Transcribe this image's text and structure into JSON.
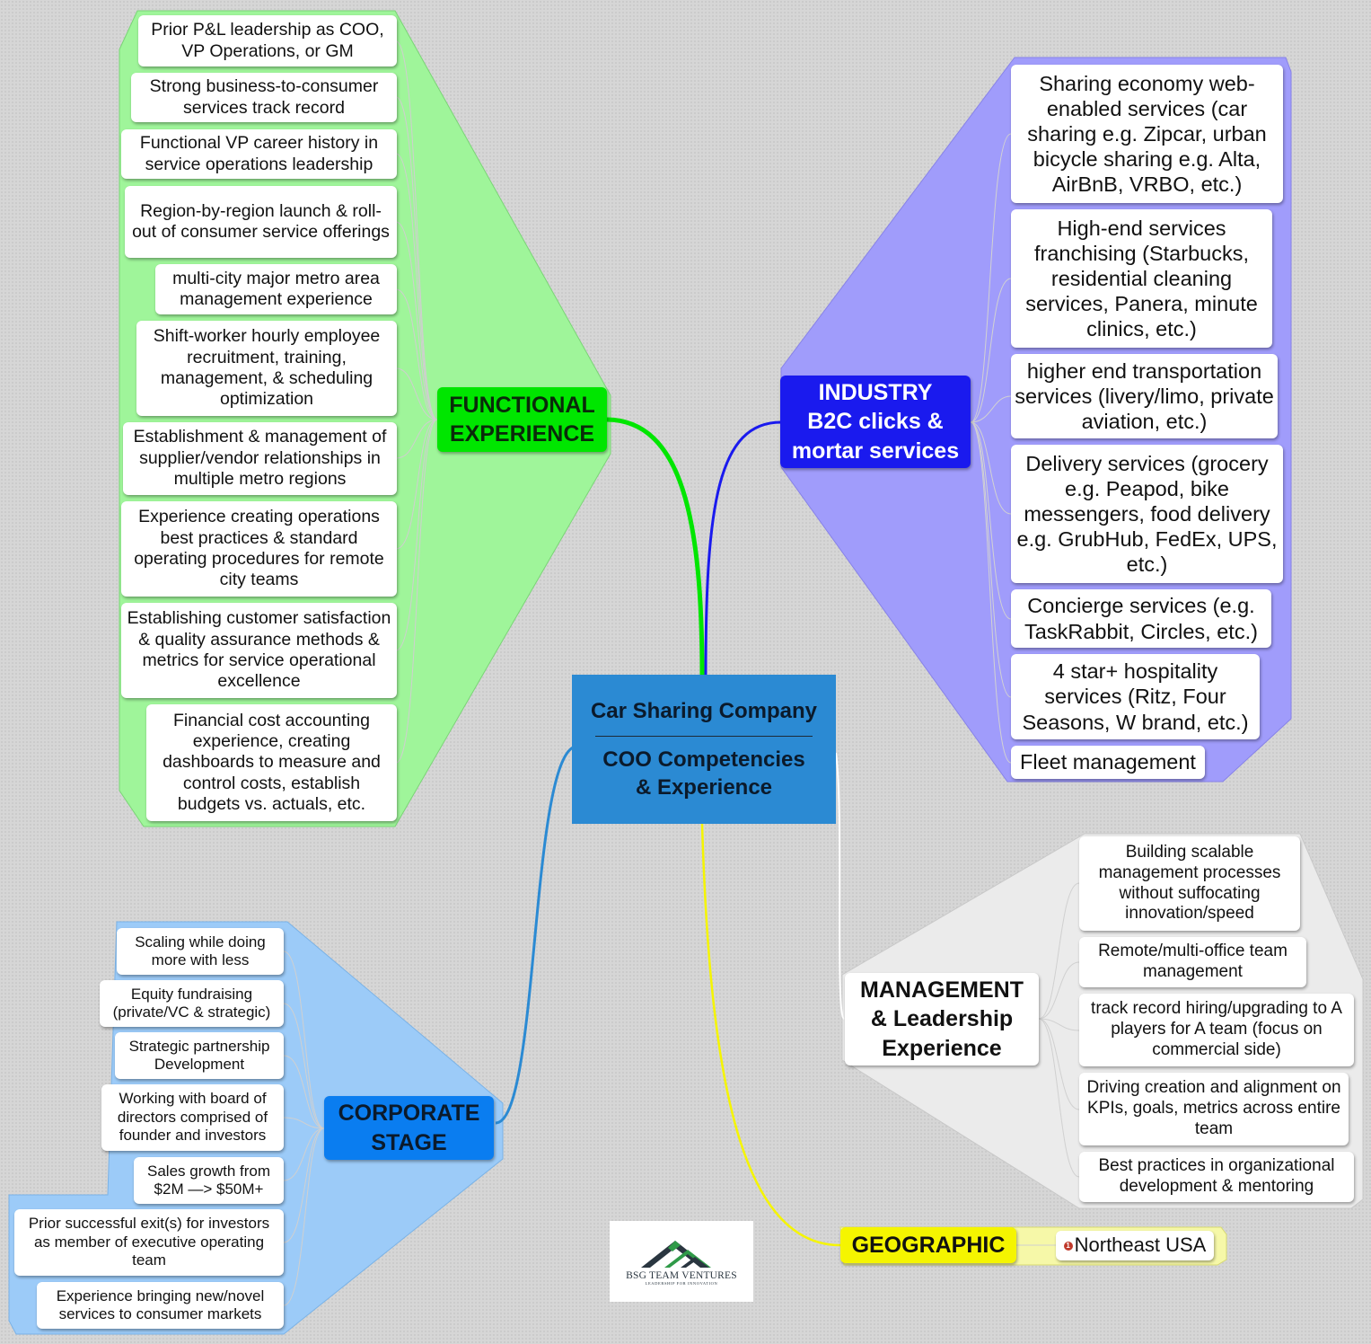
{
  "central": {
    "line1": "Car Sharing Company",
    "line2": "COO Competencies",
    "line3": "& Experience"
  },
  "branches": {
    "functional": {
      "title_line1": "FUNCTIONAL",
      "title_line2": "EXPERIENCE",
      "color": "#00e600",
      "area_color": "#9ff59a",
      "items": [
        "Prior P&L leadership as COO, VP Operations, or GM",
        "Strong business-to-consumer services track record",
        "Functional VP career history in service operations leadership",
        "Region-by-region launch & roll-out of consumer service offerings",
        "multi-city major metro area management experience",
        "Shift-worker hourly employee recruitment, training, management, & scheduling optimization",
        "Establishment & management of supplier/vendor relationships in multiple metro regions",
        "Experience creating operations best practices & standard operating procedures for remote city teams",
        "Establishing customer satisfaction & quality assurance methods & metrics for service operational excellence",
        "Financial cost accounting experience, creating dashboards to measure and control costs, establish budgets vs. actuals, etc."
      ]
    },
    "industry": {
      "title_line1": "INDUSTRY",
      "title_line2": "B2C clicks &",
      "title_line3": "mortar services",
      "color": "#1a1aee",
      "area_color": "#a09cfb",
      "items": [
        "Sharing economy web-enabled services (car sharing e.g. Zipcar, urban bicycle sharing e.g. Alta, AirBnB, VRBO, etc.)",
        "High-end services franchising (Starbucks, residential cleaning services, Panera, minute clinics, etc.)",
        "higher end transportation services (livery/limo, private aviation, etc.)",
        "Delivery services (grocery e.g. Peapod, bike messengers, food delivery e.g. GrubHub, FedEx, UPS, etc.)",
        "Concierge services (e.g. TaskRabbit, Circles, etc.)",
        "4 star+ hospitality services (Ritz, Four Seasons, W brand, etc.)",
        "Fleet management"
      ]
    },
    "management": {
      "title_line1": "MANAGEMENT",
      "title_line2": "& Leadership",
      "title_line3": "Experience",
      "color": "#ffffff",
      "area_color": "#ebebeb",
      "items": [
        "Building scalable management processes without suffocating innovation/speed",
        "Remote/multi-office team management",
        "track record hiring/upgrading to A players for A team (focus on commercial side)",
        "Driving creation and alignment on KPIs, goals, metrics across entire team",
        "Best practices in organizational development & mentoring"
      ]
    },
    "corporate": {
      "title_line1": "CORPORATE",
      "title_line2": "STAGE",
      "color": "#0a7df0",
      "area_color": "#9ccbf8",
      "items": [
        "Scaling while doing more with less",
        "Equity fundraising (private/VC & strategic)",
        "Strategic partnership Development",
        "Working with board of directors comprised of founder and investors",
        "Sales growth from $2M —> $50M+",
        "Prior successful exit(s) for investors as member of executive operating team",
        "Experience bringing new/novel services to consumer markets"
      ]
    },
    "geographic": {
      "title": "GEOGRAPHIC",
      "color": "#f5f500",
      "items": [
        "Northeast USA"
      ],
      "marker": "1"
    }
  },
  "logo": {
    "name": "BSG TEAM VENTURES",
    "tagline": "LEADERSHIP FOR INNOVATION"
  }
}
